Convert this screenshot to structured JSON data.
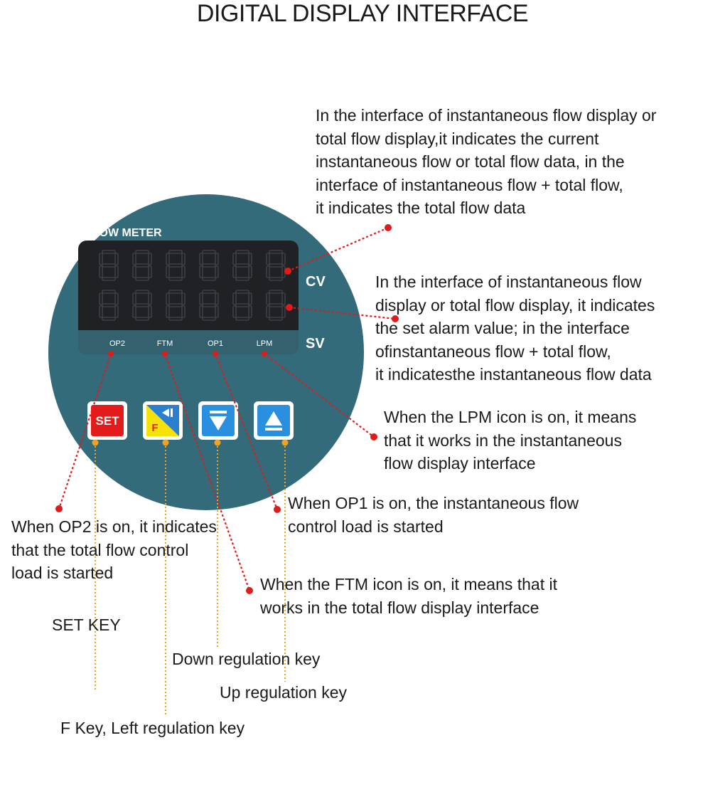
{
  "title": "DIGITAL DISPLAY INTERFACE",
  "device": {
    "brand_label": "FLOW METER",
    "row_labels": {
      "cv": "CV",
      "sv": "SV"
    },
    "indicators": [
      "OP2",
      "FTM",
      "OP1",
      "LPM"
    ],
    "keys": {
      "set": "SET",
      "f": "F"
    },
    "colors": {
      "body": "#346b7a",
      "display": "#1f2124",
      "strip": "#33626e",
      "leader_red": "#e01b1b",
      "leader_orange": "#f2a21e"
    }
  },
  "annotations": {
    "cv": "In the interface of instantaneous flow display or\ntotal flow display,it indicates the current\ninstantaneous flow or total flow data, in the\ninterface of instantaneous flow + total flow,\nit indicates the total flow data",
    "sv": "In the interface of instantaneous flow\ndisplay or total flow display, it indicates\nthe set alarm value; in the interface\nofinstantaneous flow + total flow,\nit indicatesthe instantaneous flow data",
    "lpm": "When the LPM icon is on, it means\nthat it works in the instantaneous\nflow display interface",
    "op1": "When OP1 is on, the instantaneous flow\ncontrol load is started",
    "op2": "When OP2 is on, it indicates\nthat the total flow control\nload is started",
    "ftm": "When the FTM icon is on, it means that it\nworks in the total flow display interface",
    "set_key": "SET KEY",
    "down_key": "Down regulation key",
    "up_key": "Up regulation key",
    "f_key": "F Key, Left regulation key"
  }
}
